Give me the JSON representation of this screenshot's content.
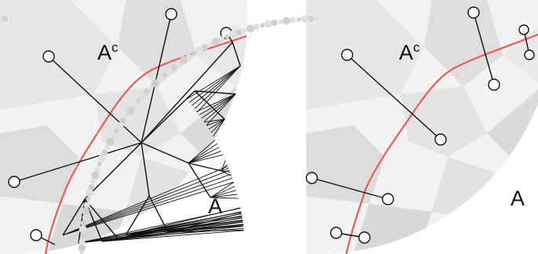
{
  "panels": [
    {
      "region_label": "A",
      "complement_label": "A",
      "complement_superscript": "c",
      "tree": "full-bulk-tree"
    },
    {
      "region_label": "A",
      "complement_label": "A",
      "complement_superscript": "c",
      "tree": "cut-crossing-edges"
    }
  ],
  "colors": {
    "cut_curve": "#ef5a4f",
    "edges": "#111111",
    "tile_dark": "#dcdcdc",
    "tile_mid": "#e6e6e6",
    "tile_light": "#f2f2f2",
    "nodes_fill": "#ffffff"
  }
}
